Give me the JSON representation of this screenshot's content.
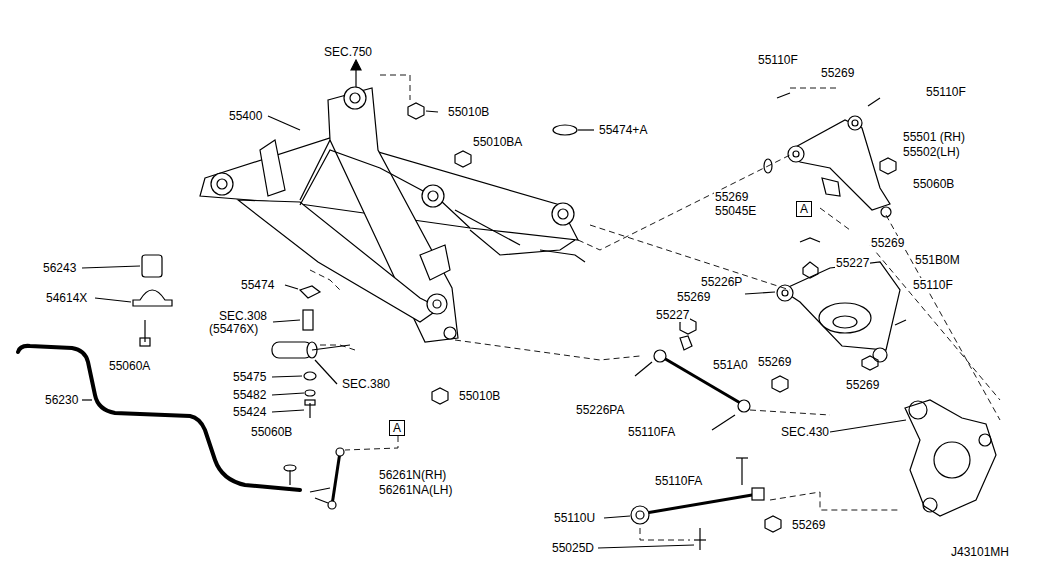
{
  "diagram": {
    "nodes": [
      {
        "text": [
          "A"
        ]
      },
      {
        "text": [
          "A"
        ]
      }
    ],
    "labels": [
      "SEC.750",
      "55400",
      "55010B",
      "55010BA",
      "55474+A",
      "55110F",
      "55269",
      "55110F",
      "55501 (RH)",
      "55502(LH)",
      "55060B",
      "55269",
      "55045E",
      "55269",
      "55227",
      "551B0M",
      "55226P",
      "55269",
      "55227",
      "55110F",
      "56243",
      "54614X",
      "55060A",
      "55474",
      "SEC.308",
      "(55476X)",
      "55475",
      "SEC.380",
      "55482",
      "55424",
      "55010B",
      "551A0",
      "55269",
      "55226PA",
      "55110FA",
      "SEC.430",
      "55269",
      "56230",
      "55060B",
      "56261N(RH)",
      "56261NA(LH)",
      "55110FA",
      "55110U",
      "55269",
      "55025D",
      "J43101MH"
    ]
  }
}
